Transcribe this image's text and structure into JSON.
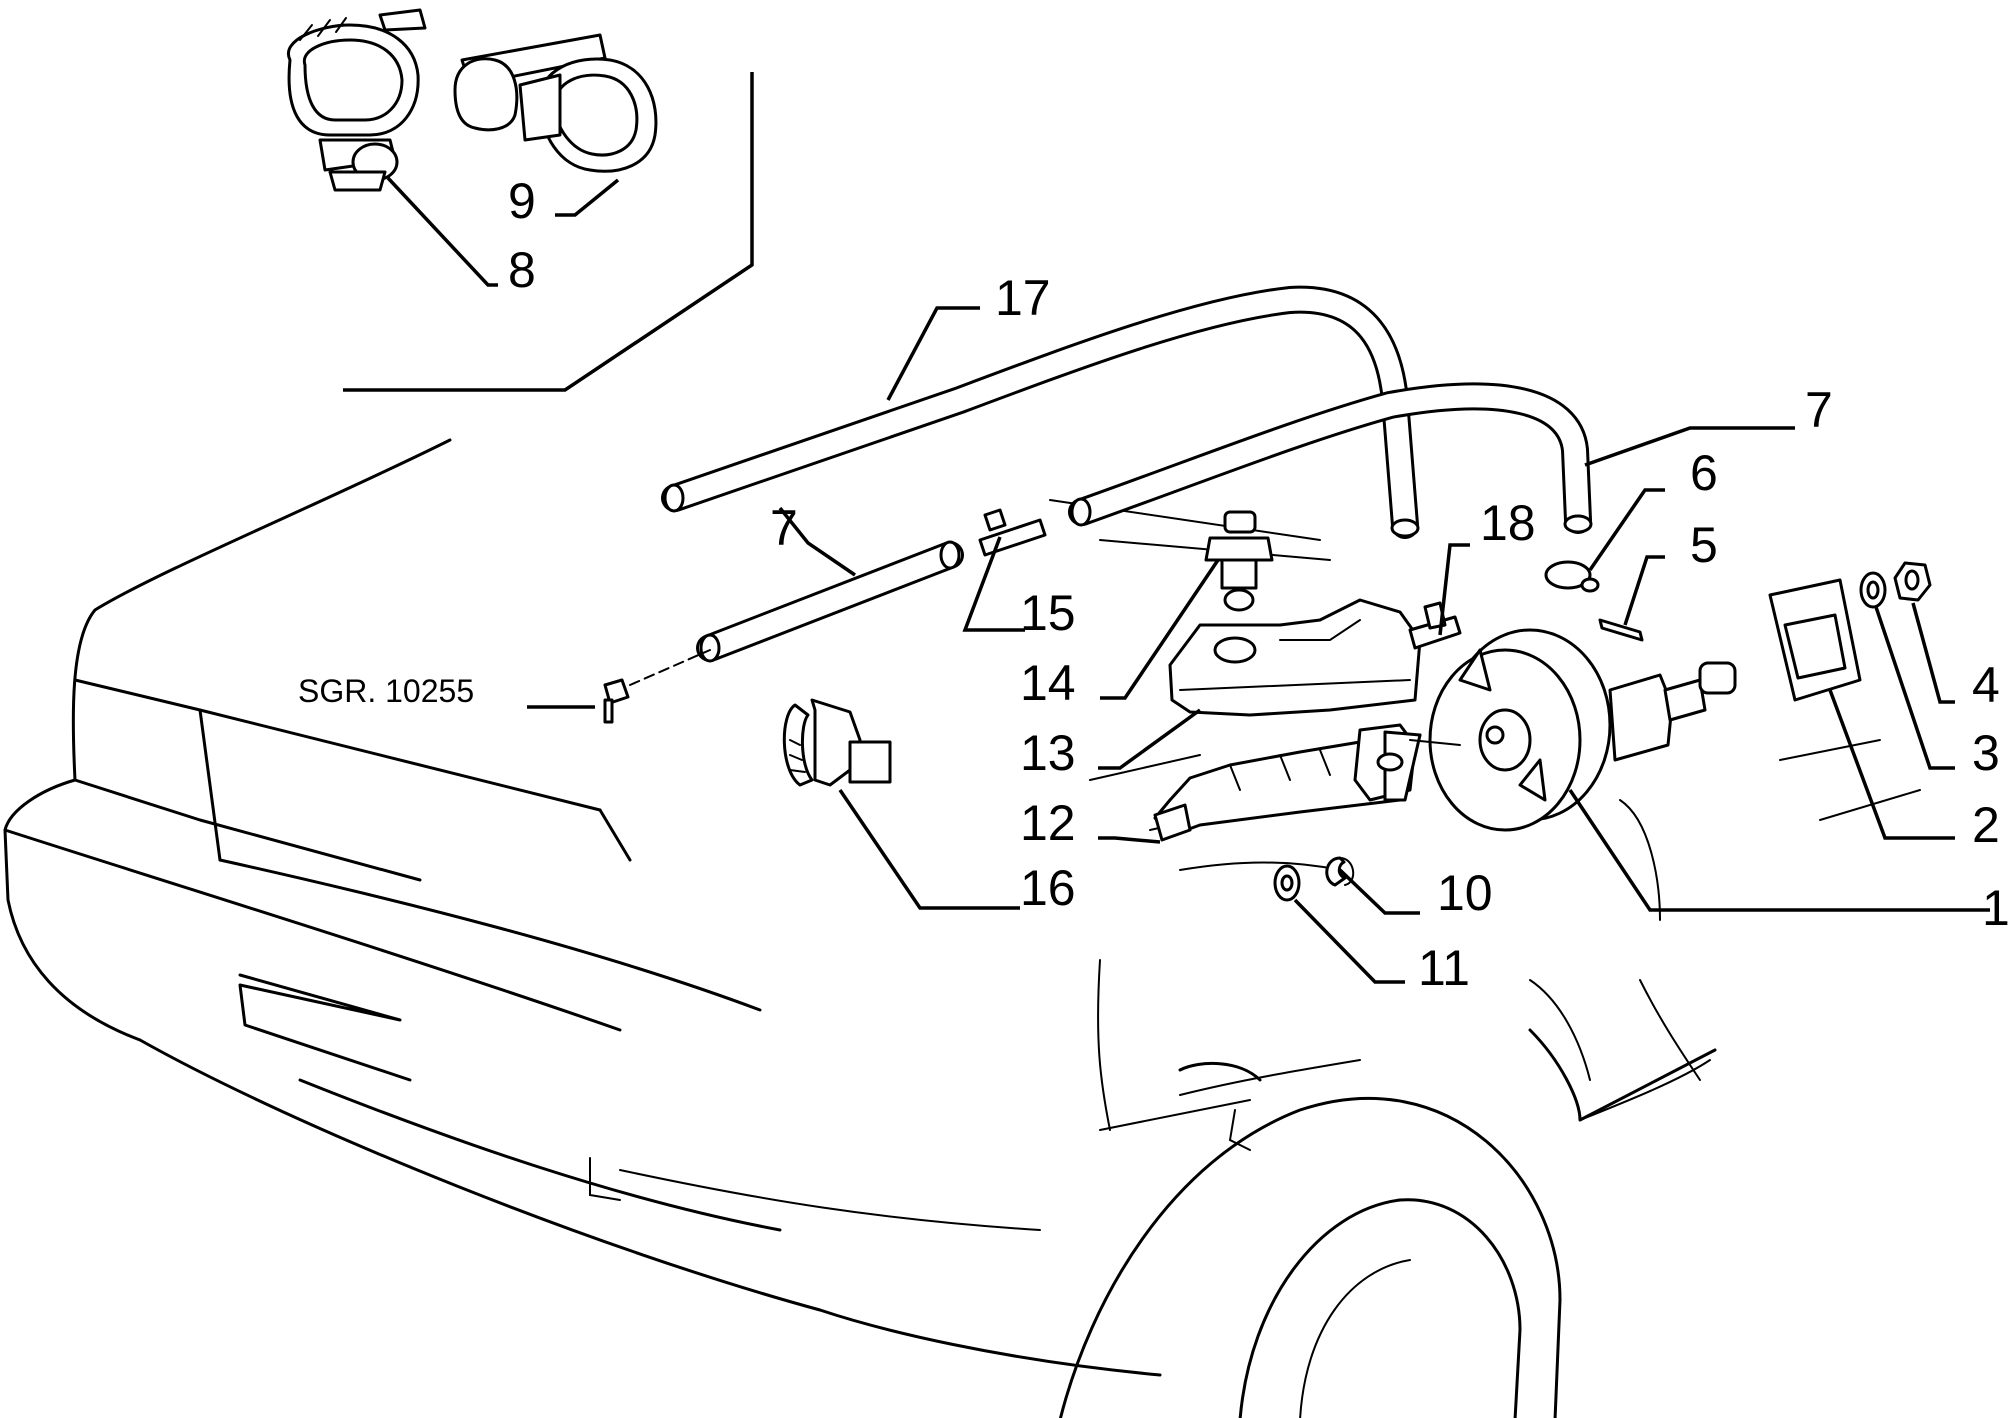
{
  "labels": {
    "l1": "1",
    "l2": "2",
    "l3": "3",
    "l4": "4",
    "l5": "5",
    "l6": "6",
    "l7a": "7",
    "l7b": "7",
    "l8": "8",
    "l9": "9",
    "l10": "10",
    "l11": "11",
    "l12": "12",
    "l13": "13",
    "l14": "14",
    "l15": "15",
    "l16": "16",
    "l17": "17",
    "l18": "18",
    "ref": "SGR. 10255"
  }
}
